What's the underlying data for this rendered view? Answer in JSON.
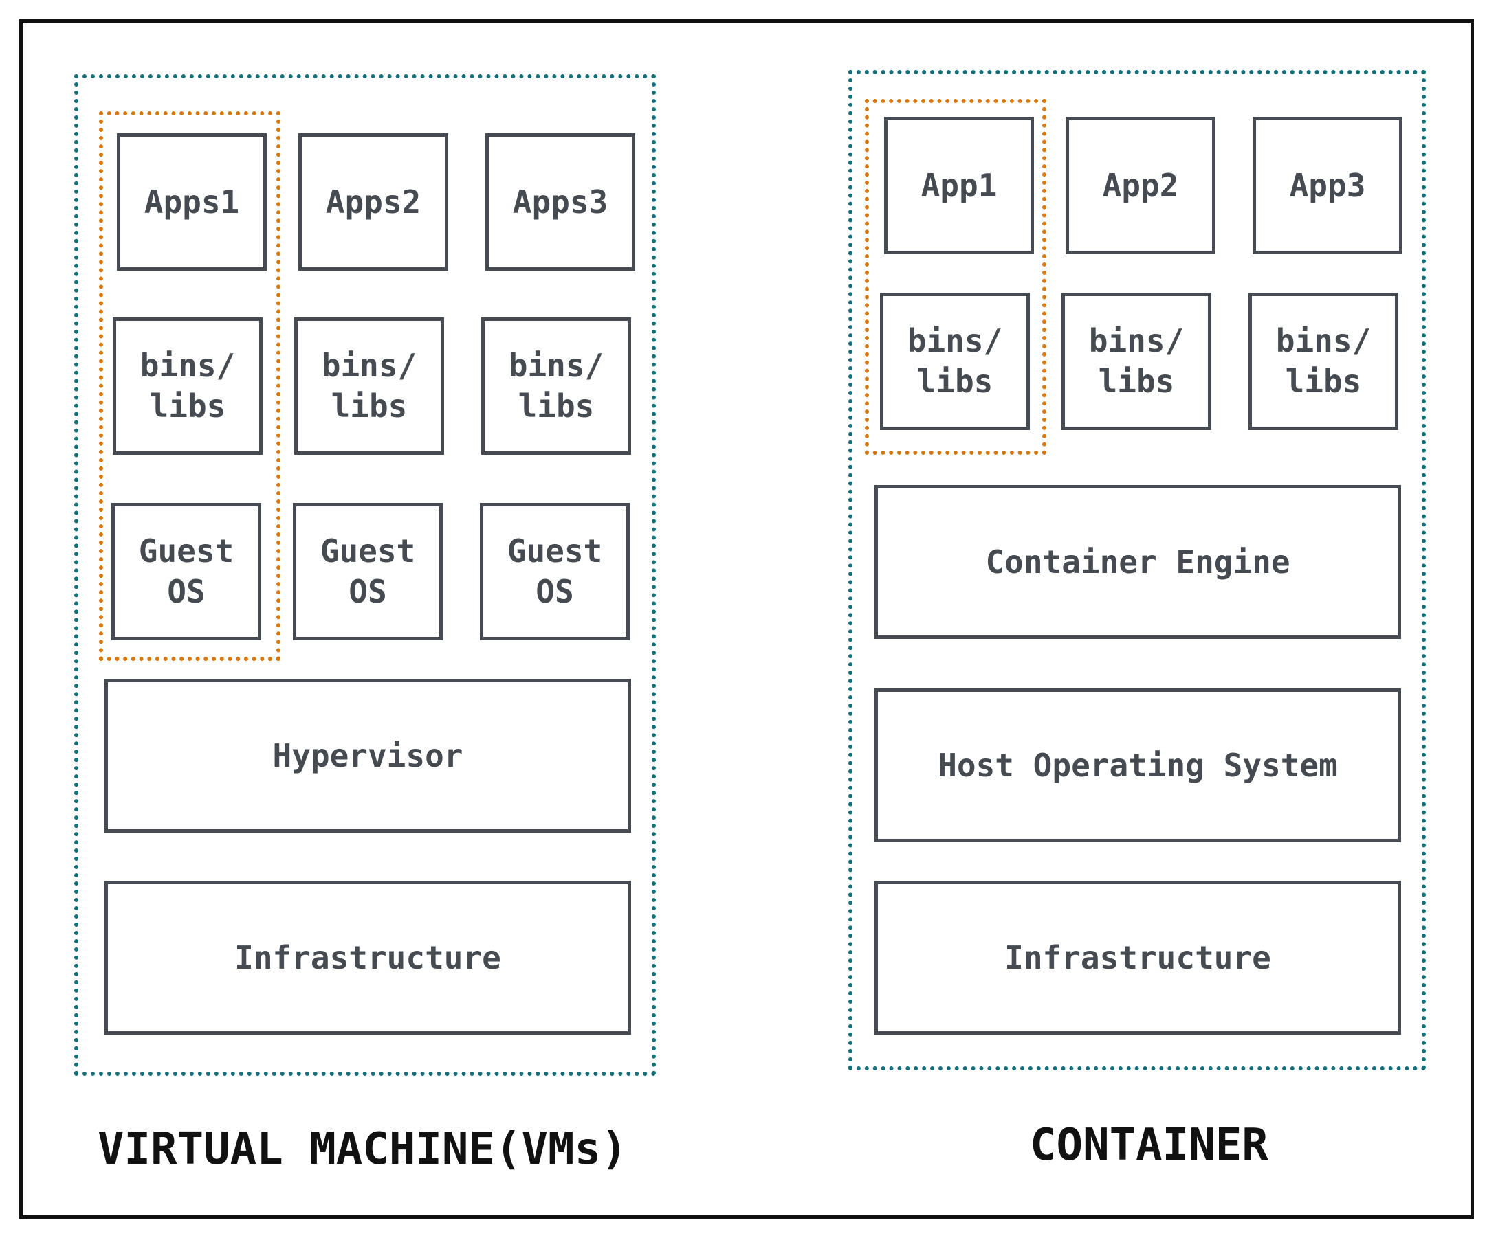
{
  "vm": {
    "apps": [
      "Apps1",
      "Apps2",
      "Apps3"
    ],
    "libs": [
      "bins/\nlibs",
      "bins/\nlibs",
      "bins/\nlibs"
    ],
    "guest_os": [
      "Guest\nOS",
      "Guest\nOS",
      "Guest\nOS"
    ],
    "hypervisor": "Hypervisor",
    "infrastructure": "Infrastructure",
    "caption": "VIRTUAL MACHINE(VMs)"
  },
  "container": {
    "apps": [
      "App1",
      "App2",
      "App3"
    ],
    "libs": [
      "bins/\nlibs",
      "bins/\nlibs",
      "bins/\nlibs"
    ],
    "engine": "Container Engine",
    "host_os": "Host Operating System",
    "infrastructure": "Infrastructure",
    "caption": "CONTAINER"
  },
  "colors": {
    "region_border": "#136f7a",
    "highlight_border": "#d9780f",
    "box_border": "#454b50",
    "caption": "#111111"
  }
}
